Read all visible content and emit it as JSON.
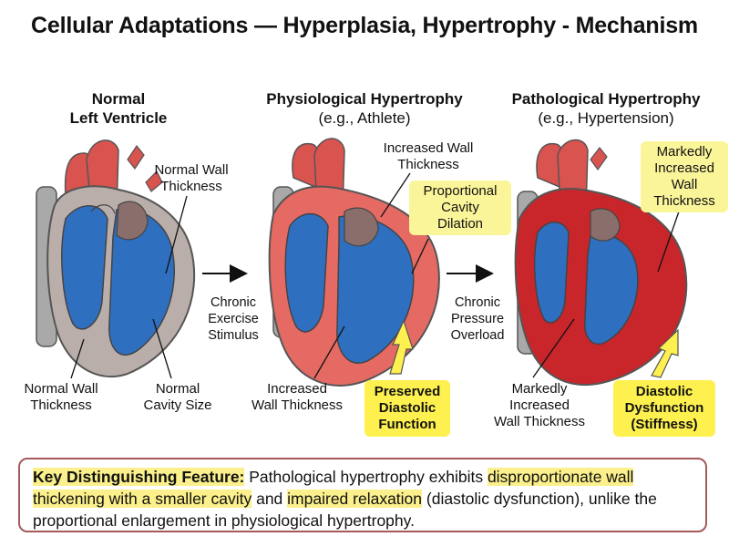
{
  "title": "Cellular Adaptations — Hyperplasia, Hypertrophy - Mechanism",
  "columns": [
    {
      "heading": "Normal",
      "heading2": "Left Ventricle"
    },
    {
      "heading": "Physiological Hypertrophy",
      "heading2": "(e.g., Athlete)"
    },
    {
      "heading": "Pathological Hypertrophy",
      "heading2": "(e.g., Hypertension)"
    }
  ],
  "labels": {
    "normal_wall_top_1": "Normal Wall",
    "normal_wall_top_2": "Thickness",
    "normal_wall_bottom_1": "Normal Wall",
    "normal_wall_bottom_2": "Thickness",
    "normal_cavity_1": "Normal",
    "normal_cavity_2": "Cavity Size",
    "phys_inc_wall_top_1": "Increased Wall",
    "phys_inc_wall_top_2": "Thickness",
    "phys_cavity_1": "Proportional",
    "phys_cavity_2": "Cavity",
    "phys_cavity_3": "Dilation",
    "phys_inc_wall_bottom_1": "Increased",
    "phys_inc_wall_bottom_2": "Wall Thickness",
    "phys_preserved_1": "Preserved",
    "phys_preserved_2": "Diastolic",
    "phys_preserved_3": "Function",
    "path_marked_top_1": "Markedly",
    "path_marked_top_2": "Increased",
    "path_marked_top_3": "Wall",
    "path_marked_top_4": "Thickness",
    "path_marked_bottom_1": "Markedly",
    "path_marked_bottom_2": "Increased",
    "path_marked_bottom_3": "Wall Thickness",
    "path_dysfunction_1": "Diastolic",
    "path_dysfunction_2": "Dysfunction",
    "path_dysfunction_3": "(Stiffness)"
  },
  "arrows": [
    {
      "line1": "Chronic",
      "line2": "Exercise",
      "line3": "Stimulus"
    },
    {
      "line1": "Chronic",
      "line2": "Pressure",
      "line3": "Overload"
    }
  ],
  "key": {
    "lead": "Key Distinguishing Feature:",
    "t1": " Pathological hypertrophy exhibits ",
    "m1": "disproportionate wall thickening with a smaller cavity",
    "t2": " and ",
    "m2": "impaired relaxation",
    "t3": " (diastolic dysfunction), unlike the proportional enlargement in physiological hypertrophy."
  },
  "colors": {
    "cavity_blue": "#2f6fc0",
    "normal_wall": "#b9aeaa",
    "phys_wall": "#e56a64",
    "path_wall": "#c8262a",
    "vessel_red": "#d9534f",
    "vessel_gray": "#a9a9a9",
    "highlight": "#fbf59a",
    "highlight_strong": "#fdf04f",
    "box_border": "#a55a5a"
  },
  "icons": [
    "heart-illustration",
    "right-arrow-icon",
    "lightning-arrow-icon"
  ]
}
